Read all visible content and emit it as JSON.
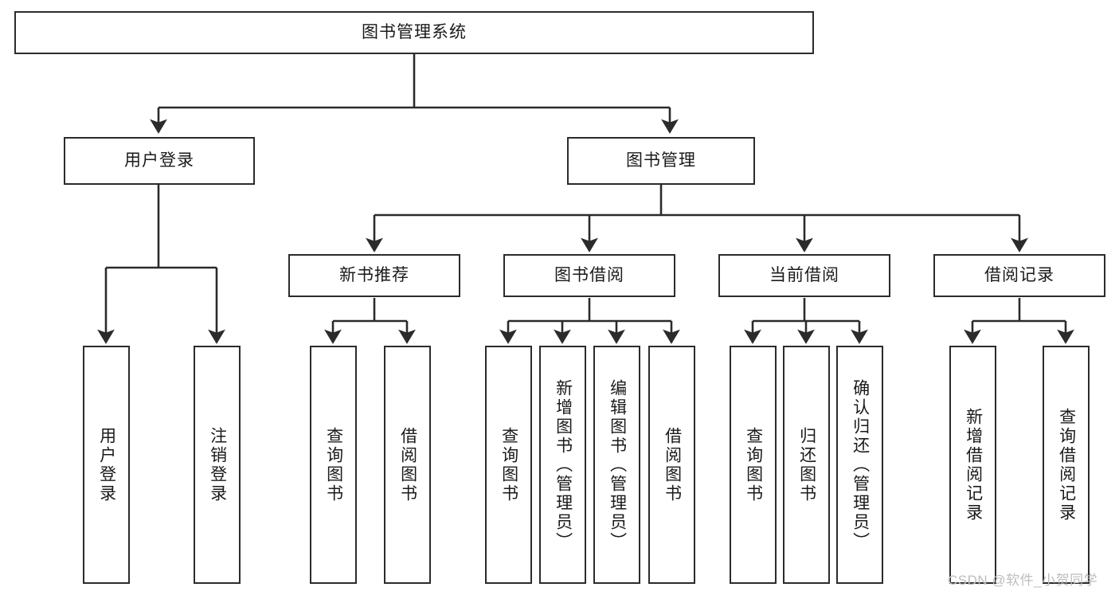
{
  "diagram": {
    "title": "图书管理系统",
    "type": "tree-hierarchy",
    "watermark": "CSDN @软件_小贺同学",
    "colors": {
      "box_border": "#2b2b2b",
      "box_fill": "#ffffff",
      "connector": "#2b2b2b",
      "text": "#1a1a1a",
      "watermark": "#bdbdbd"
    },
    "nodes": {
      "root": {
        "label": "图书管理系统"
      },
      "level1": [
        {
          "id": "user-login",
          "label": "用户登录"
        },
        {
          "id": "book-manage",
          "label": "图书管理"
        }
      ],
      "level2": [
        {
          "id": "new-book-rec",
          "label": "新书推荐"
        },
        {
          "id": "book-borrow",
          "label": "图书借阅"
        },
        {
          "id": "current-borrow",
          "label": "当前借阅"
        },
        {
          "id": "borrow-record",
          "label": "借阅记录"
        }
      ],
      "leaves": {
        "user-login": [
          {
            "id": "leaf-user-login",
            "label": "用户登录"
          },
          {
            "id": "leaf-logout",
            "label": "注销登录"
          }
        ],
        "new-book-rec": [
          {
            "id": "leaf-query-book-1",
            "label": "查询图书"
          },
          {
            "id": "leaf-borrow-book-1",
            "label": "借阅图书"
          }
        ],
        "book-borrow": [
          {
            "id": "leaf-query-book-2",
            "label": "查询图书"
          },
          {
            "id": "leaf-add-book",
            "label": "新增图书（管理员）"
          },
          {
            "id": "leaf-edit-book",
            "label": "编辑图书（管理员）"
          },
          {
            "id": "leaf-borrow-book-2",
            "label": "借阅图书"
          }
        ],
        "current-borrow": [
          {
            "id": "leaf-query-book-3",
            "label": "查询图书"
          },
          {
            "id": "leaf-return-book",
            "label": "归还图书"
          },
          {
            "id": "leaf-confirm-return",
            "label": "确认归还（管理员）"
          }
        ],
        "borrow-record": [
          {
            "id": "leaf-add-record",
            "label": "新增借阅记录"
          },
          {
            "id": "leaf-query-record",
            "label": "查询借阅记录"
          }
        ]
      }
    }
  }
}
